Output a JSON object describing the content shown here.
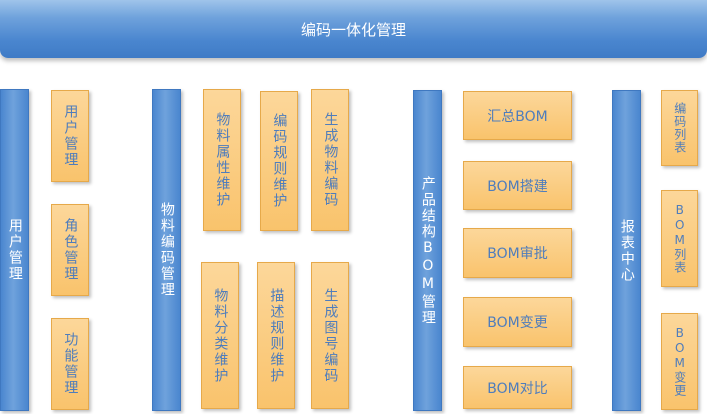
{
  "title": "编码一体化管理",
  "groups": {
    "user": {
      "label": "用户管理",
      "items": [
        "用户管理",
        "角色管理",
        "功能管理"
      ]
    },
    "material": {
      "label": "物料编码管理",
      "items": [
        "物料属性维护",
        "编码规则维护",
        "生成物料编码",
        "物料分类维护",
        "描述规则维护",
        "生成图号编码"
      ]
    },
    "bom": {
      "label": "产品结构BOM管理",
      "items": [
        "汇总BOM",
        "BOM搭建",
        "BOM审批",
        "BOM变更",
        "BOM对比"
      ]
    },
    "report": {
      "label": "报表中心",
      "items": [
        "编码列表",
        "BOM列表",
        "BOM变更"
      ]
    }
  },
  "colors": {
    "blue": "#4a86cf",
    "orange": "#f9c36c",
    "text_blue": "#4f7dbc"
  }
}
